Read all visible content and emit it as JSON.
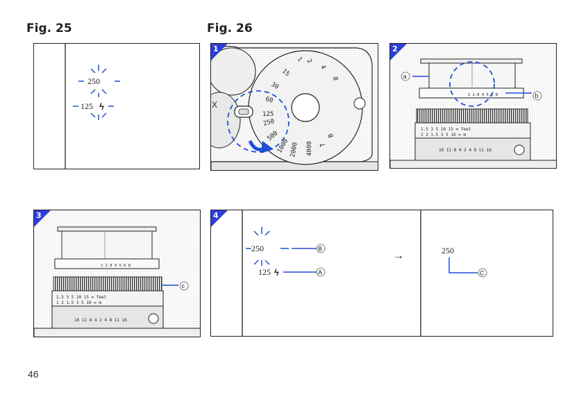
{
  "figures": {
    "fig25": {
      "label": "Fig. 25"
    },
    "fig26": {
      "label": "Fig. 26"
    }
  },
  "fig25_display": {
    "shutter_speed": "250",
    "flash_speed": "125",
    "flash_symbol": "ϟ"
  },
  "steps": {
    "one": "1",
    "two": "2",
    "three": "3",
    "four": "4"
  },
  "dial": {
    "numbers": [
      "1",
      "2",
      "4",
      "8",
      "15",
      "30",
      "60",
      "125",
      "250",
      "500",
      "1000",
      "2000",
      "4000",
      "T",
      "B"
    ],
    "letter_x": "X"
  },
  "callouts": {
    "a": "a",
    "b": "b",
    "c": "c",
    "A": "A",
    "B": "B",
    "C": "C"
  },
  "step4": {
    "shutter_speed": "250",
    "flash_speed": "125",
    "flash_symbol": "ϟ",
    "result_speed": "250",
    "arrow": "→"
  },
  "lens_scale_text": {
    "distance_feet": "1.5   3  5   10  15  ∞  feet",
    "distance_m": "1  2  1.5  3  5  10 ∞  m",
    "aperture": "16  11  8  4  2  4  8  11  16",
    "ring_numbers": "2  2.8  4  5.6  8"
  },
  "page": {
    "number": "46"
  },
  "colors": {
    "accent_blue": "#1f4fd6",
    "badge_blue": "#2b3fd8",
    "line": "#222222"
  }
}
